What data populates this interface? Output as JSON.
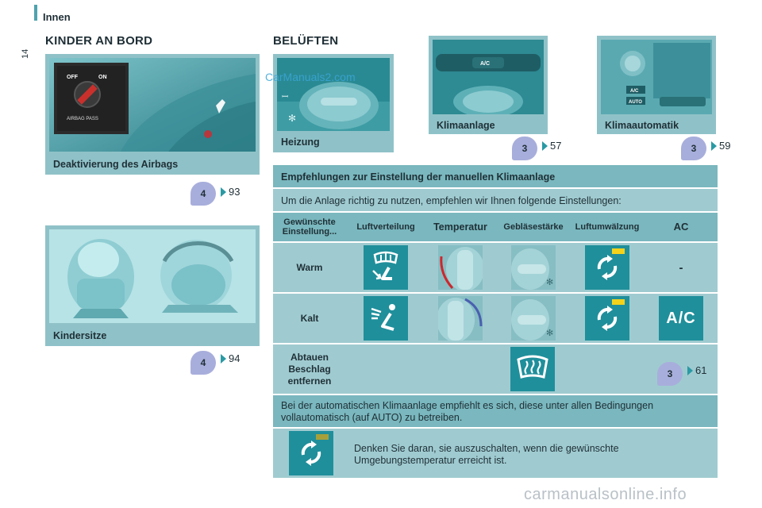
{
  "header": {
    "title": "Innen",
    "page_number": "14"
  },
  "left": {
    "heading": "KINDER AN BORD",
    "airbag": {
      "caption": "Deaktivierung des Airbags",
      "switch_off": "OFF",
      "switch_on": "ON",
      "switch_label": "AIRBAG PASS",
      "ref_badge": "4",
      "ref_page": "93"
    },
    "seats": {
      "caption": "Kindersitze",
      "ref_badge": "4",
      "ref_page": "94"
    }
  },
  "right": {
    "heading": "BELÜFTEN",
    "heizung": {
      "caption": "Heizung"
    },
    "klimaanlage": {
      "caption": "Klimaanlage",
      "ac_label": "A/C",
      "ref_badge": "3",
      "ref_page": "57"
    },
    "klimaautomatik": {
      "caption": "Klimaautomatik",
      "ac_label": "A/C",
      "auto_label": "AUTO",
      "ref_badge": "3",
      "ref_page": "59"
    }
  },
  "table": {
    "title": "Empfehlungen zur Einstellung der manuellen Klimaanlage",
    "intro": "Um die Anlage richtig zu nutzen, empfehlen wir Ihnen folgende Einstellungen:",
    "columns": {
      "wish": "Gewünschte Einstellung...",
      "distribution": "Luftverteilung",
      "temperature": "Temperatur",
      "fan": "Gebläsestärke",
      "recirc": "Luftumwälzung",
      "ac": "AC"
    },
    "rows": {
      "warm": {
        "label": "Warm",
        "ac": "-"
      },
      "kalt": {
        "label": "Kalt",
        "ac_tile": "A/C"
      },
      "abtauen": {
        "label_1": "Abtauen",
        "label_2": "Beschlag entfernen",
        "ref_badge": "3",
        "ref_page": "61"
      }
    },
    "auto_note": "Bei der automatischen Klimaanlage empfiehlt es sich, diese unter allen Bedingungen vollautomatisch (auf AUTO) zu betreiben.",
    "recirc_note": "Denken Sie daran, sie auszuschalten, wenn die gewünschte Umgebungstemperatur erreicht ist."
  },
  "watermarks": {
    "top": "CarManuals2.com",
    "bottom": "carmanualsonline.info"
  },
  "colors": {
    "teal_panel": "#8fc2c8",
    "tile": "#1f8f9b",
    "badge": "#a8aedb",
    "amber": "#f3d21c",
    "red_arc": "#d0262b"
  }
}
